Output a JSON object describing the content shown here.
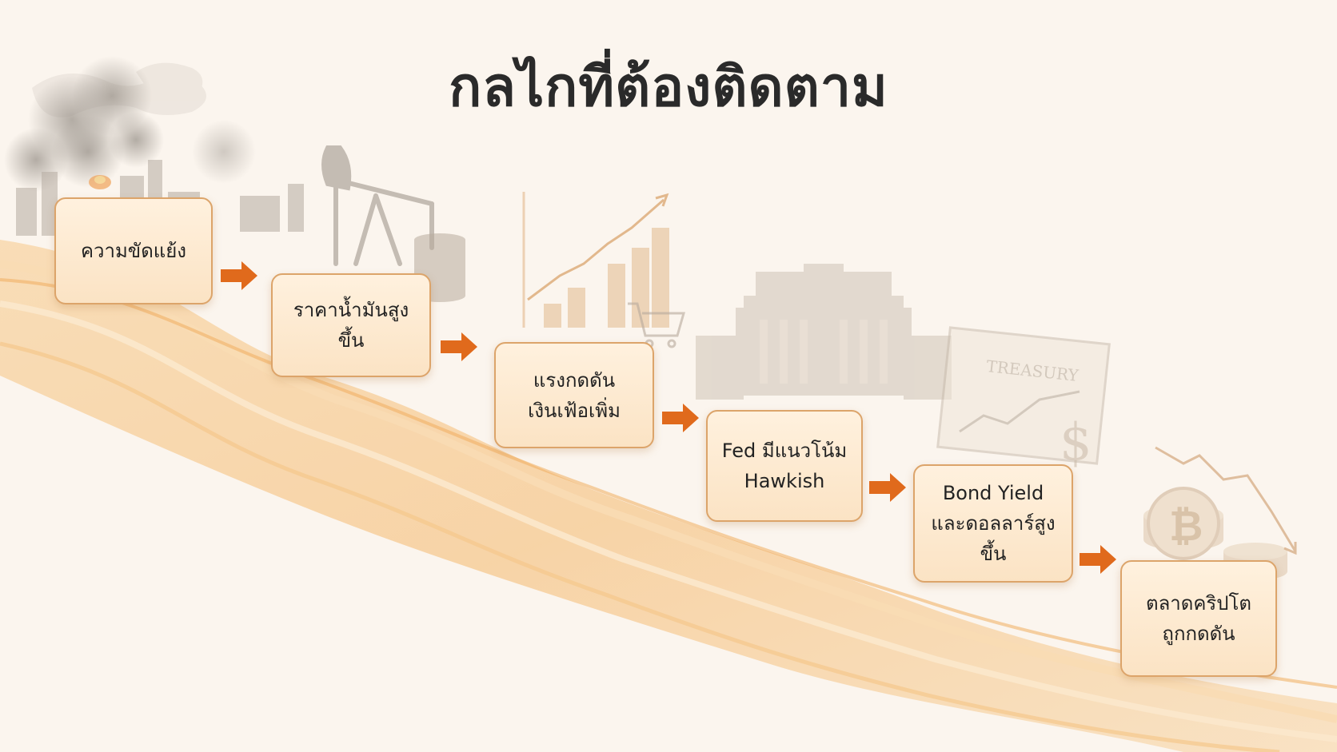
{
  "title": "กลไกที่ต้องติดตาม",
  "steps": [
    {
      "label": "ความขัดแย้ง"
    },
    {
      "label": "ราคาน้ำมันสูงขึ้น"
    },
    {
      "label": "แรงกดดันเงินเฟ้อเพิ่ม"
    },
    {
      "label": "Fed มีแนวโน้ม\nHawkish"
    },
    {
      "label": "Bond Yield\nและดอลลาร์สูงขึ้น"
    },
    {
      "label": "ตลาดคริปโต\nถูกกดดัน"
    }
  ],
  "background_texts": {
    "treasury": "TREASURY",
    "dollar": "$",
    "bitcoin": "₿"
  },
  "colors": {
    "arrow": "#e06a1c",
    "box_border": "#dca46a",
    "box_fill": "#fbe3c4",
    "river": "#f5c27e",
    "title": "#2a2a2a"
  }
}
